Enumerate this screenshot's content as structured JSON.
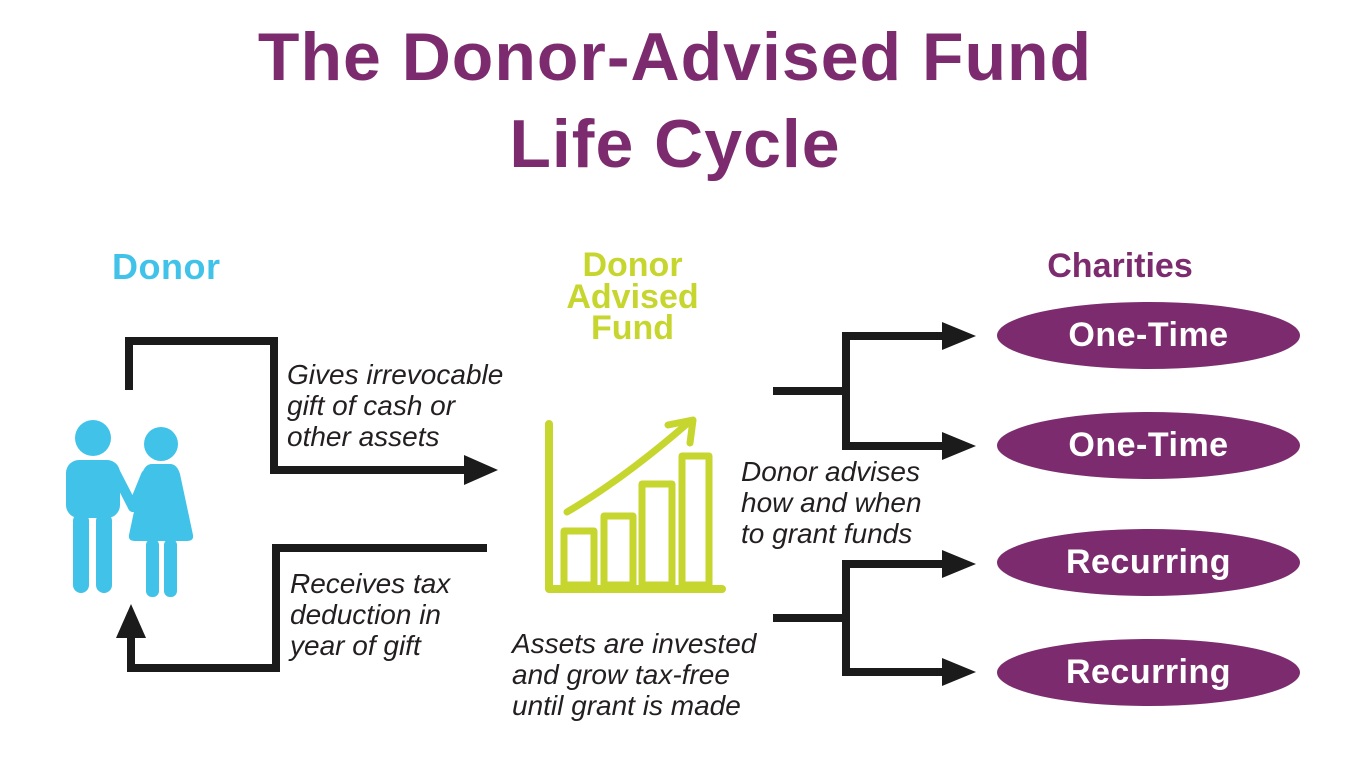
{
  "title": {
    "lines": [
      "The Donor-Advised Fund",
      "Life Cycle"
    ]
  },
  "columns": {
    "donor": {
      "label": "Donor"
    },
    "fund": {
      "lines": [
        "Donor",
        "Advised",
        "Fund"
      ]
    },
    "charities": {
      "label": "Charities"
    }
  },
  "annotations": {
    "gives": [
      "Gives irrevocable",
      "gift of cash or",
      "other assets"
    ],
    "receives": [
      "Receives tax",
      "deduction in",
      "year of gift"
    ],
    "advises": [
      "Donor advises",
      "how and when",
      "to grant funds"
    ],
    "assets": [
      "Assets are invested",
      "and grow tax-free",
      "until grant is made"
    ]
  },
  "charities": {
    "items": [
      {
        "label": "One-Time"
      },
      {
        "label": "One-Time"
      },
      {
        "label": "Recurring"
      },
      {
        "label": "Recurring"
      }
    ]
  },
  "icons": {
    "donor": "donor-couple-icon",
    "fund": "growth-chart-icon",
    "flow": "arrow-connectors"
  },
  "colors": {
    "purple": "#7c2c6e",
    "cyan": "#41c2e9",
    "lime": "#c6d62f",
    "line": "#1b1b1b",
    "oval_text": "#ffffff",
    "background": "#ffffff",
    "annotation_text": "#231f20"
  }
}
